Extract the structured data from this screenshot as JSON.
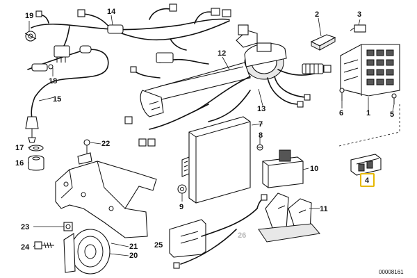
{
  "diagram": {
    "reference_code": "00008161",
    "highlighted_callout": "4",
    "highlight_color": "#e6b800",
    "callouts": [
      {
        "id": "c1",
        "text": "1"
      },
      {
        "id": "c2",
        "text": "2"
      },
      {
        "id": "c3",
        "text": "3"
      },
      {
        "id": "c4",
        "text": "4"
      },
      {
        "id": "c5",
        "text": "5"
      },
      {
        "id": "c6",
        "text": "6"
      },
      {
        "id": "c7",
        "text": "7"
      },
      {
        "id": "c8",
        "text": "8"
      },
      {
        "id": "c9",
        "text": "9"
      },
      {
        "id": "c10",
        "text": "10"
      },
      {
        "id": "c11",
        "text": "11"
      },
      {
        "id": "c12",
        "text": "12"
      },
      {
        "id": "c13",
        "text": "13"
      },
      {
        "id": "c14",
        "text": "14"
      },
      {
        "id": "c15",
        "text": "15"
      },
      {
        "id": "c16",
        "text": "16"
      },
      {
        "id": "c17",
        "text": "17"
      },
      {
        "id": "c18",
        "text": "18"
      },
      {
        "id": "c19",
        "text": "19"
      },
      {
        "id": "c20",
        "text": "20"
      },
      {
        "id": "c21",
        "text": "21"
      },
      {
        "id": "c22",
        "text": "22"
      },
      {
        "id": "c23",
        "text": "23"
      },
      {
        "id": "c24",
        "text": "24"
      },
      {
        "id": "c25",
        "text": "25"
      },
      {
        "id": "c26",
        "text": "26"
      }
    ]
  }
}
